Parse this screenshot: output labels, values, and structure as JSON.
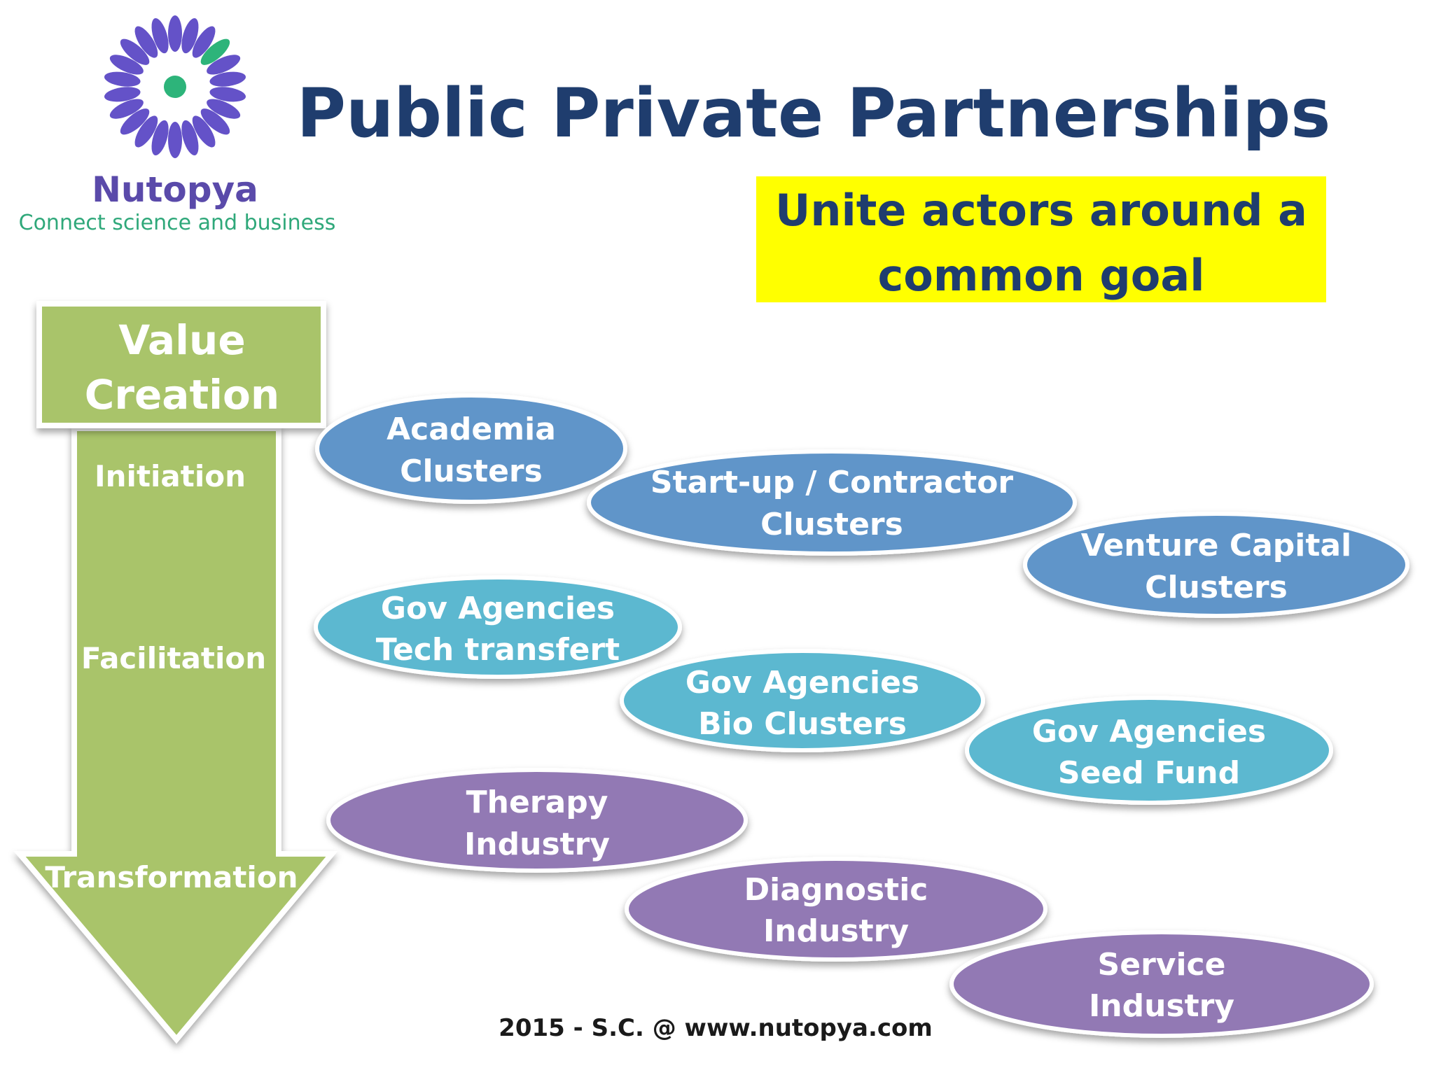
{
  "logo": {
    "name": "Nutopya",
    "tagline": "Connect science and business",
    "colors": {
      "petal": "#6452c8",
      "center": "#2db47a",
      "name": "#5a4aaa",
      "tagline": "#2fa87a"
    }
  },
  "title": "Public Private Partnerships",
  "callout": {
    "line1": "Unite actors around a",
    "line2": "common goal"
  },
  "value_arrow": {
    "header_line1": "Value",
    "header_line2": "Creation",
    "stages": [
      "Initiation",
      "Facilitation",
      "Transformation"
    ]
  },
  "actors": [
    {
      "line1": "Academia",
      "line2": "Clusters",
      "group": "initiation"
    },
    {
      "line1": "Start-up / Contractor",
      "line2": "Clusters",
      "group": "initiation"
    },
    {
      "line1": "Venture Capital",
      "line2": "Clusters",
      "group": "initiation"
    },
    {
      "line1": "Gov Agencies",
      "line2": "Tech transfert",
      "group": "facilitation"
    },
    {
      "line1": "Gov Agencies",
      "line2": "Bio Clusters",
      "group": "facilitation"
    },
    {
      "line1": "Gov Agencies",
      "line2": "Seed Fund",
      "group": "facilitation"
    },
    {
      "line1": "Therapy",
      "line2": "Industry",
      "group": "transformation"
    },
    {
      "line1": "Diagnostic",
      "line2": "Industry",
      "group": "transformation"
    },
    {
      "line1": "Service",
      "line2": "Industry",
      "group": "transformation"
    }
  ],
  "colors": {
    "title": "#1f3d6e",
    "callout_bg": "#ffff00",
    "arrow": "#a9c46a",
    "initiation": "#6195c9",
    "facilitation": "#5bb8d0",
    "transformation": "#9279b4"
  },
  "footer": "2015 - S.C. @ www.nutopya.com"
}
